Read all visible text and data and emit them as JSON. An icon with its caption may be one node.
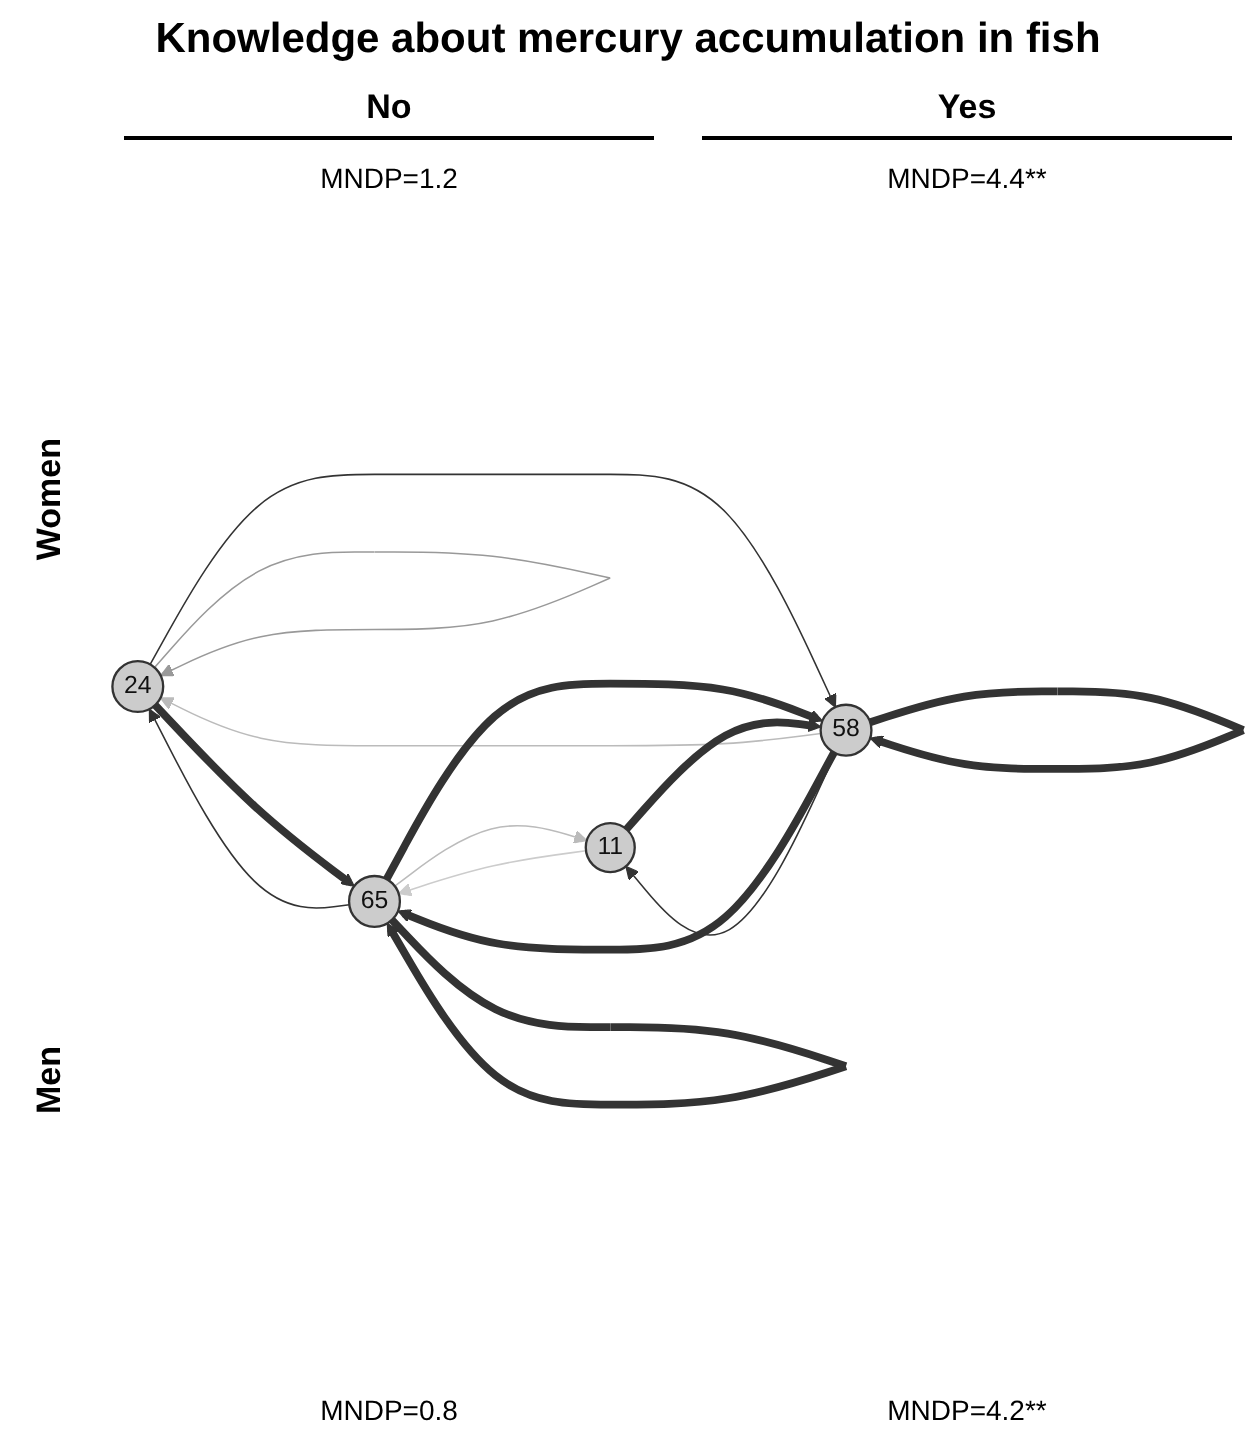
{
  "diagram": {
    "title": "Knowledge about mercury accumulation in fish",
    "nodes": [
      {
        "text": [
          "24"
        ]
      },
      {
        "text": [
          "65"
        ]
      },
      {
        "text": [
          "11"
        ]
      },
      {
        "text": [
          "58"
        ]
      }
    ],
    "edges": [
      {
        "from": 0,
        "to": 0,
        "arrow": "to",
        "color": "#999999"
      },
      {
        "from": 0,
        "to": 1,
        "arrow": "to",
        "style": "thick"
      },
      {
        "from": 1,
        "to": 0,
        "arrow": "to"
      },
      {
        "from": 1,
        "to": 1,
        "arrow": "to",
        "style": "thick"
      },
      {
        "from": 0,
        "to": 3,
        "arrow": "to"
      },
      {
        "from": 3,
        "to": 0,
        "arrow": "to",
        "color": "#bbbbbb"
      },
      {
        "from": 2,
        "to": 1,
        "arrow": "to",
        "color": "#cccccc"
      },
      {
        "from": 1,
        "to": 2,
        "arrow": "to",
        "color": "#bbbbbb"
      },
      {
        "from": 3,
        "to": 1,
        "arrow": "to",
        "style": "thick"
      },
      {
        "from": 1,
        "to": 3,
        "arrow": "to",
        "style": "thick"
      },
      {
        "from": 2,
        "to": 3,
        "arrow": "to",
        "style": "thick"
      },
      {
        "from": 3,
        "to": 2,
        "arrow": "to"
      },
      {
        "from": 3,
        "to": 3,
        "arrow": "to",
        "style": "thick"
      }
    ],
    "labels": [
      "No",
      "Yes",
      "MNDP=1.2",
      "MNDP=4.4**",
      "Women",
      "Men",
      "MNDP=0.8",
      "MNDP=4.2**"
    ]
  }
}
